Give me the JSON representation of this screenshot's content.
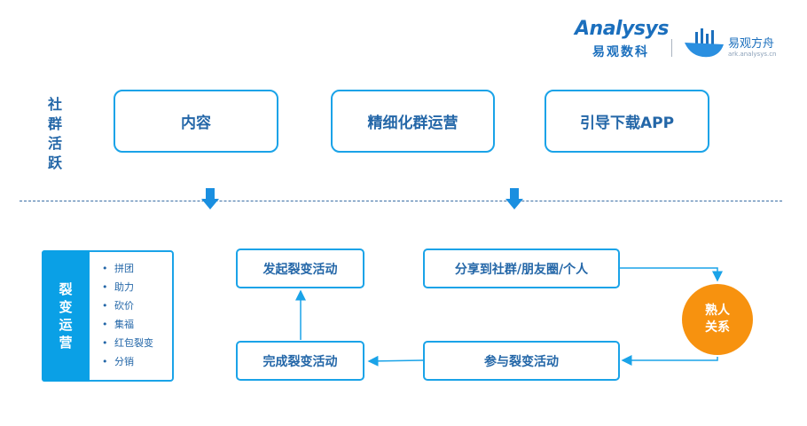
{
  "logo": {
    "brand_mark": "A",
    "brand_rest": "nalysys",
    "brand_cn": "易观数科",
    "ark_cn": "易观方舟",
    "ark_url": "ark.analysys.cn"
  },
  "side_label": [
    "社",
    "群",
    "活",
    "跃"
  ],
  "top_boxes": [
    "内容",
    "精细化群运营",
    "引导下载APP"
  ],
  "fission": {
    "title": [
      "裂",
      "变",
      "运",
      "营"
    ],
    "items": [
      "拼团",
      "助力",
      "砍价",
      "集福",
      "红包裂变",
      "分销"
    ]
  },
  "flow": {
    "launch": "发起裂变活动",
    "share": "分享到社群/朋友圈/个人",
    "participate": "参与裂变活动",
    "complete": "完成裂变活动"
  },
  "circle": [
    "熟人",
    "关系"
  ],
  "colors": {
    "box_border": "#1aa3e8",
    "text": "#2467a8",
    "fission_tab": "#0aa0e6",
    "circle": "#f7920f",
    "down_arrow": "#1a8fe0"
  }
}
